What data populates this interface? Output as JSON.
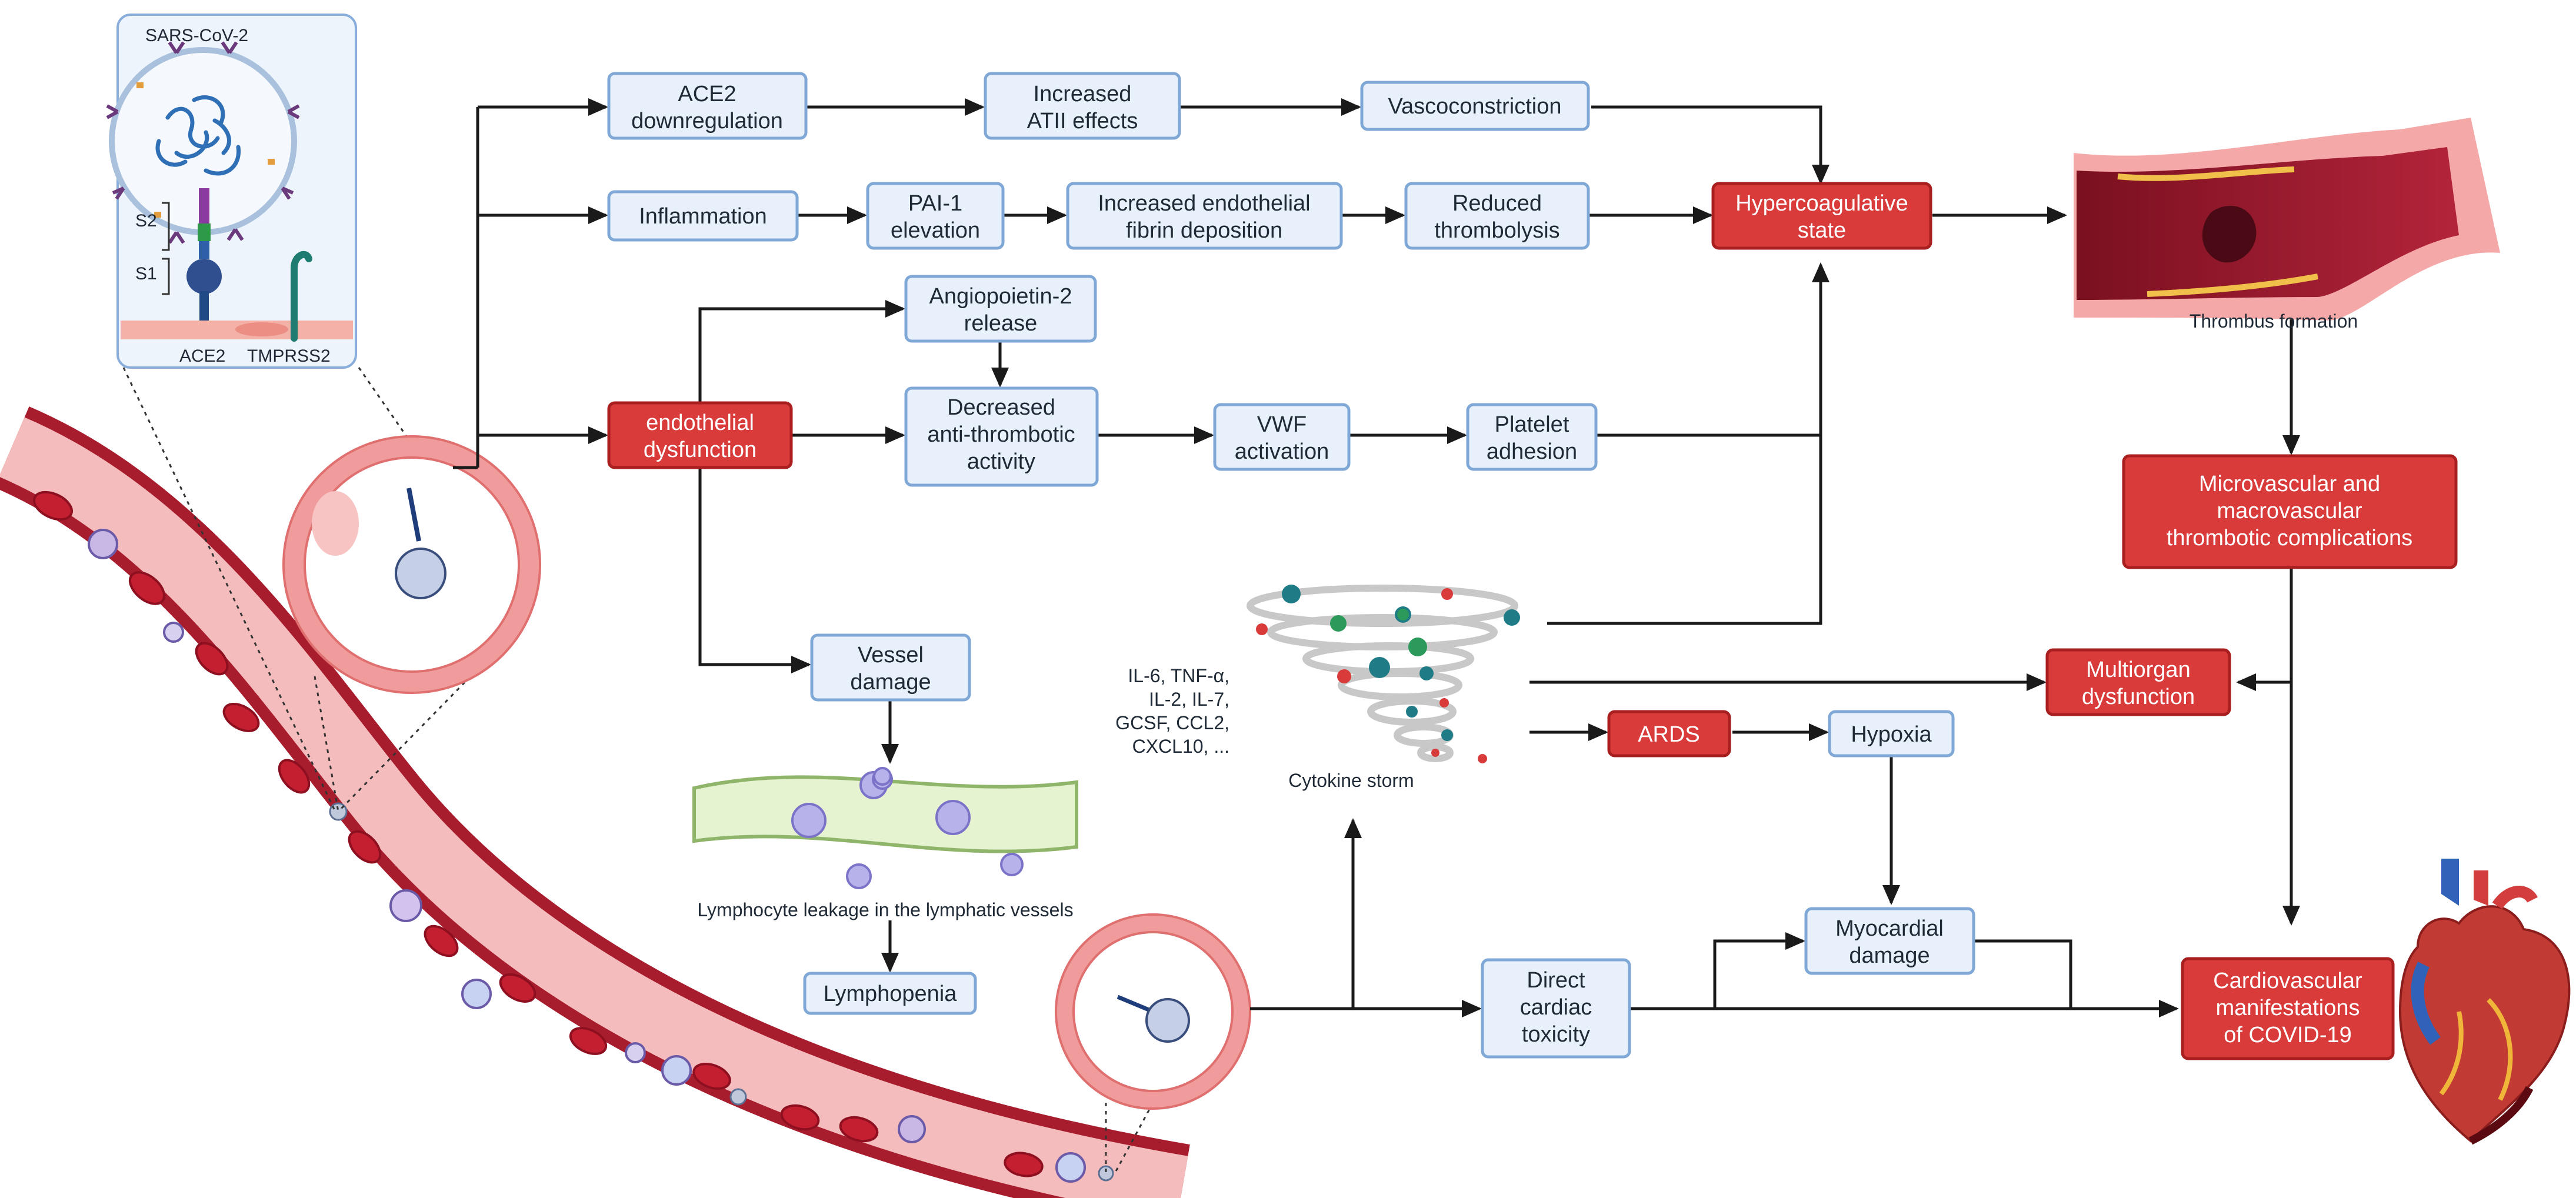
{
  "colors": {
    "blue_box_fill": "#e8f1fb",
    "blue_box_stroke": "#7fa8d6",
    "red_box_fill": "#d93b3b",
    "red_box_stroke": "#a91f1f",
    "arrow": "#1a1a1a",
    "vessel_wall": "#a81d2e",
    "vessel_lumen": "#f3b9b9"
  },
  "inset": {
    "virus_label": "SARS-CoV-2",
    "s2_label": "S2",
    "s1_label": "S1",
    "ace2_label": "ACE2",
    "tmprss2_label": "TMPRSS2"
  },
  "boxes": {
    "ace2_down": [
      "ACE2",
      "downregulation"
    ],
    "atii": [
      "Increased",
      "ATII effects"
    ],
    "vasoconstriction": [
      "Vascoconstriction"
    ],
    "inflammation": [
      "Inflammation"
    ],
    "pai1": [
      "PAI-1",
      "elevation"
    ],
    "fibrin": [
      "Increased endothelial",
      "fibrin deposition"
    ],
    "thrombolysis": [
      "Reduced",
      "thrombolysis"
    ],
    "hypercoag": [
      "Hypercoagulative",
      "state"
    ],
    "angiopoietin": [
      "Angiopoietin-2",
      "release"
    ],
    "endothelial": [
      "endothelial",
      "dysfunction"
    ],
    "antithrombotic": [
      "Decreased",
      "anti-thrombotic",
      "activity"
    ],
    "vwf": [
      "VWF",
      "activation"
    ],
    "platelet": [
      "Platelet",
      "adhesion"
    ],
    "vessel_damage": [
      "Vessel",
      "damage"
    ],
    "lymphopenia": [
      "Lymphopenia"
    ],
    "microvascular": [
      "Microvascular and",
      "macrovascular",
      "thrombotic complications"
    ],
    "multiorgan": [
      "Multiorgan",
      "dysfunction"
    ],
    "ards": [
      "ARDS"
    ],
    "hypoxia": [
      "Hypoxia"
    ],
    "myocardial": [
      "Myocardial",
      "damage"
    ],
    "direct_cardiac": [
      "Direct",
      "cardiac",
      "toxicity"
    ],
    "cardiovascular": [
      "Cardiovascular",
      "manifestations",
      "of COVID-19"
    ]
  },
  "captions": {
    "thrombus": "Thrombus formation",
    "lymphocyte": "Lymphocyte leakage in the lymphatic vessels",
    "cytokine_storm": "Cytokine storm",
    "cytokines": [
      "IL-6, TNF-α,",
      "IL-2, IL-7,",
      "GCSF, CCL2,",
      "CXCL10, ..."
    ]
  }
}
